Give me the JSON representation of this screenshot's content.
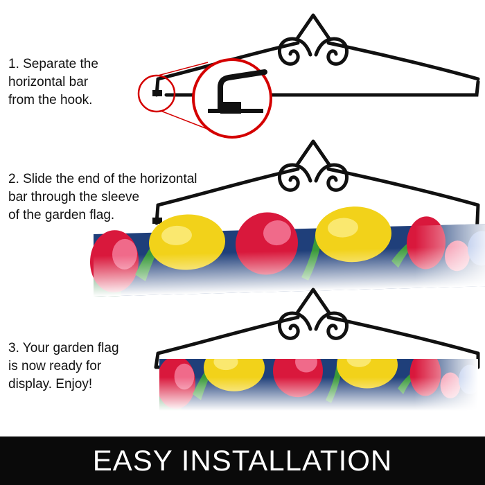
{
  "steps": [
    {
      "number": "1.",
      "text": "1. Separate the\nhorizontal bar\nfrom the hook."
    },
    {
      "number": "2.",
      "text": "2. Slide the end of the horizontal\n    bar through the sleeve\n    of the garden flag."
    },
    {
      "number": "3.",
      "text": "3. Your garden flag\n    is now ready for\n    display. Enjoy!"
    }
  ],
  "footer": {
    "title": "EASY INSTALLATION"
  },
  "colors": {
    "hanger": "#111111",
    "zoom_circle": "#d40000",
    "footer_bg": "#0a0a0a",
    "footer_text": "#ffffff",
    "flag_bg": "#1f3f7a",
    "flag_fruit_yellow": "#f2d21a",
    "flag_fruit_red": "#d9183c",
    "flag_leaf": "#3a9a3a"
  },
  "icons": [
    "flag-hanger-icon",
    "zoom-magnifier-circle-icon",
    "garden-flag-image"
  ]
}
